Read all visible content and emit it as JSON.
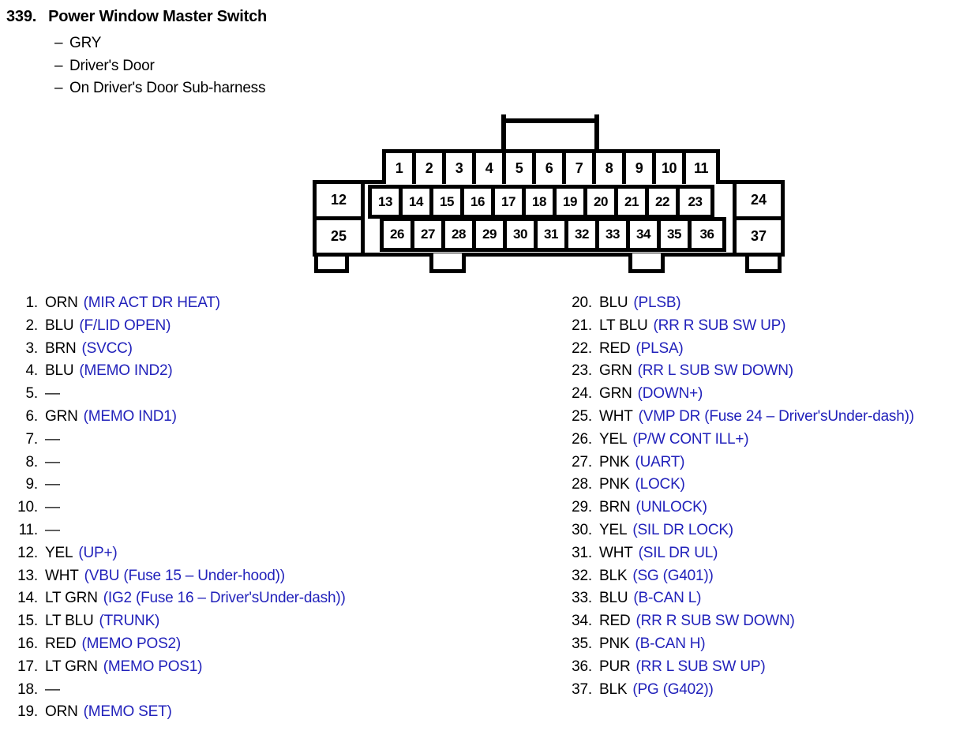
{
  "header": {
    "number": "339.",
    "title": "Power Window Master Switch",
    "subtitles": [
      "GRY",
      "Driver's Door",
      "On Driver's Door Sub-harness"
    ],
    "dash": "–"
  },
  "connector": {
    "top_row": [
      "1",
      "2",
      "3",
      "4",
      "5",
      "6",
      "7",
      "8",
      "9",
      "10",
      "11"
    ],
    "left_column": [
      "12",
      "25"
    ],
    "inner_row_a": [
      "13",
      "14",
      "15",
      "16",
      "17",
      "18",
      "19",
      "20",
      "21",
      "22",
      "23"
    ],
    "inner_row_b": [
      "26",
      "27",
      "28",
      "29",
      "30",
      "31",
      "32",
      "33",
      "34",
      "35",
      "36"
    ],
    "right_column": [
      "24",
      "37"
    ]
  },
  "colors": {
    "signal_blue": "#2222bb",
    "text_black": "#000000",
    "background": "#ffffff"
  },
  "empty_marker": "—",
  "pins_left": [
    {
      "num": "1.",
      "color": "ORN",
      "signal": "(MIR ACT DR HEAT)"
    },
    {
      "num": "2.",
      "color": "BLU",
      "signal": "(F/LID OPEN)"
    },
    {
      "num": "3.",
      "color": "BRN",
      "signal": "(SVCC)"
    },
    {
      "num": "4.",
      "color": "BLU",
      "signal": "(MEMO IND2)"
    },
    {
      "num": "5.",
      "color": "—",
      "signal": ""
    },
    {
      "num": "6.",
      "color": "GRN",
      "signal": "(MEMO IND1)"
    },
    {
      "num": "7.",
      "color": "—",
      "signal": ""
    },
    {
      "num": "8.",
      "color": "—",
      "signal": ""
    },
    {
      "num": "9.",
      "color": "—",
      "signal": ""
    },
    {
      "num": "10.",
      "color": "—",
      "signal": ""
    },
    {
      "num": "11.",
      "color": "—",
      "signal": ""
    },
    {
      "num": "12.",
      "color": "YEL",
      "signal": "(UP+)"
    },
    {
      "num": "13.",
      "color": "WHT",
      "signal": "(VBU (Fuse 15 – Under-hood))"
    },
    {
      "num": "14.",
      "color": "LT GRN",
      "signal": "(IG2 (Fuse 16 – Driver'sUnder-dash))"
    },
    {
      "num": "15.",
      "color": "LT BLU",
      "signal": "(TRUNK)"
    },
    {
      "num": "16.",
      "color": "RED",
      "signal": "(MEMO POS2)"
    },
    {
      "num": "17.",
      "color": "LT GRN",
      "signal": "(MEMO POS1)"
    },
    {
      "num": "18.",
      "color": "—",
      "signal": ""
    },
    {
      "num": "19.",
      "color": "ORN",
      "signal": "(MEMO SET)"
    }
  ],
  "pins_right": [
    {
      "num": "20.",
      "color": "BLU",
      "signal": "(PLSB)"
    },
    {
      "num": "21.",
      "color": "LT BLU",
      "signal": "(RR R SUB SW UP)"
    },
    {
      "num": "22.",
      "color": "RED",
      "signal": "(PLSA)"
    },
    {
      "num": "23.",
      "color": "GRN",
      "signal": "(RR L SUB SW DOWN)"
    },
    {
      "num": "24.",
      "color": "GRN",
      "signal": "(DOWN+)"
    },
    {
      "num": "25.",
      "color": "WHT",
      "signal": "(VMP DR (Fuse 24 – Driver'sUnder-dash))"
    },
    {
      "num": "26.",
      "color": "YEL",
      "signal": "(P/W CONT ILL+)"
    },
    {
      "num": "27.",
      "color": "PNK",
      "signal": "(UART)"
    },
    {
      "num": "28.",
      "color": "PNK",
      "signal": "(LOCK)"
    },
    {
      "num": "29.",
      "color": "BRN",
      "signal": "(UNLOCK)"
    },
    {
      "num": "30.",
      "color": "YEL",
      "signal": "(SIL DR LOCK)"
    },
    {
      "num": "31.",
      "color": "WHT",
      "signal": "(SIL DR UL)"
    },
    {
      "num": "32.",
      "color": "BLK",
      "signal": "(SG (G401))"
    },
    {
      "num": "33.",
      "color": "BLU",
      "signal": "(B-CAN L)"
    },
    {
      "num": "34.",
      "color": "RED",
      "signal": "(RR R SUB SW DOWN)"
    },
    {
      "num": "35.",
      "color": "PNK",
      "signal": "(B-CAN H)"
    },
    {
      "num": "36.",
      "color": "PUR",
      "signal": "(RR L SUB SW UP)"
    },
    {
      "num": "37.",
      "color": "BLK",
      "signal": "(PG (G402))"
    }
  ]
}
